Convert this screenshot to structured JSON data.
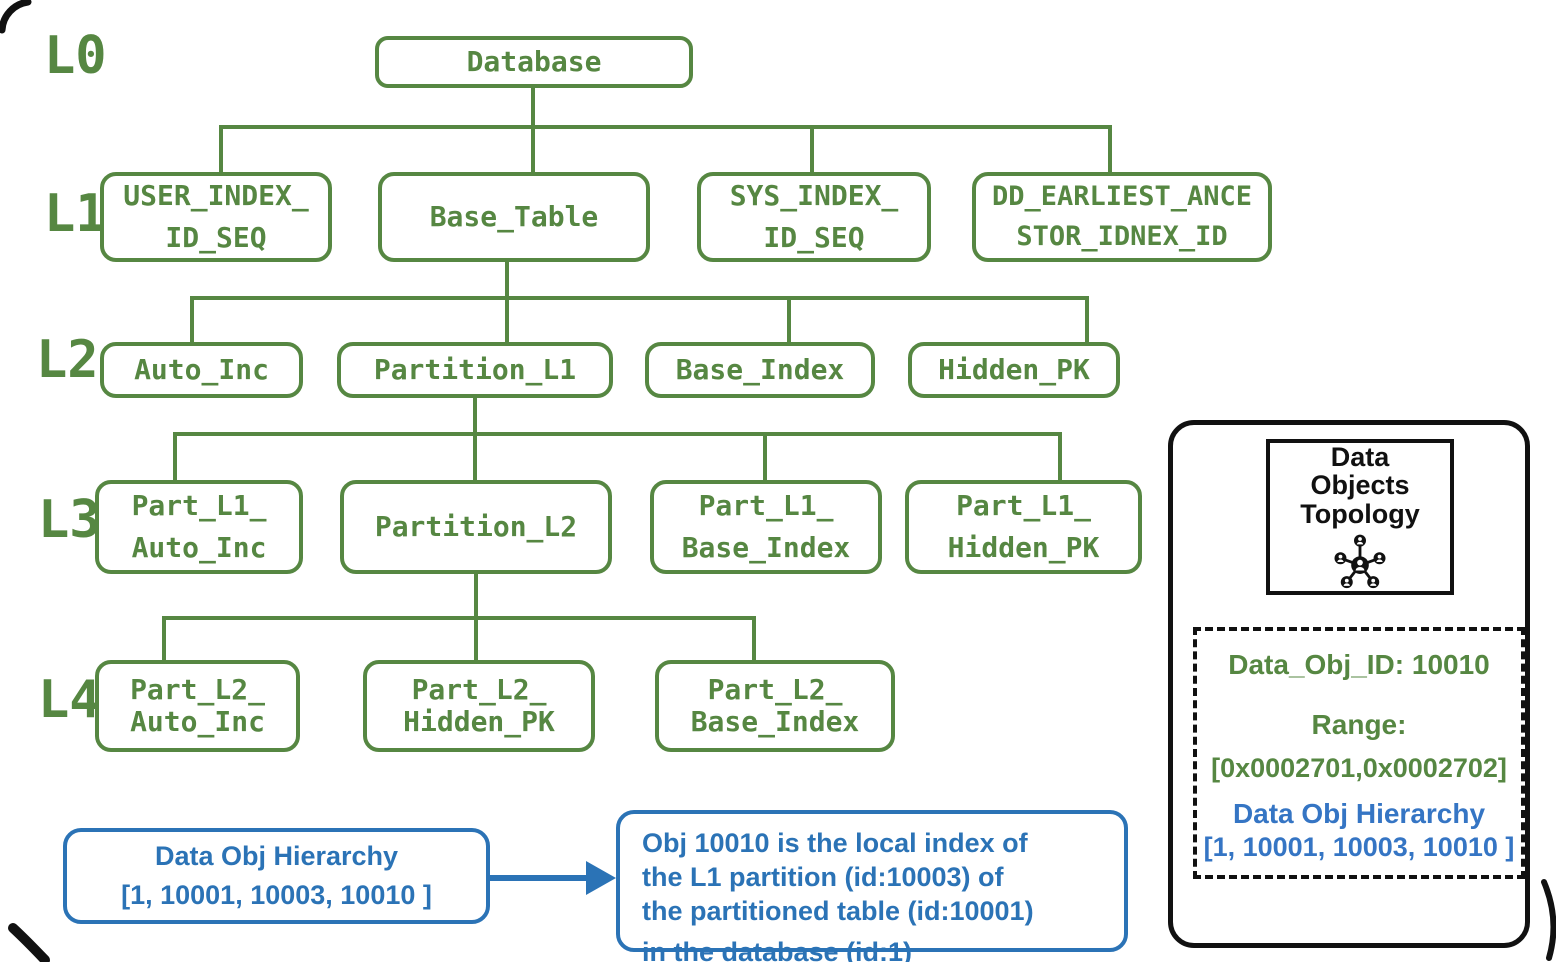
{
  "colors": {
    "green": "#568742",
    "blue": "#2B73B6",
    "panel_blue": "#3575C4",
    "ink": "#111111"
  },
  "level_labels": [
    "L0",
    "L1",
    "L2",
    "L3",
    "L4"
  ],
  "tree": {
    "l0": {
      "label": "Database"
    },
    "l1": [
      {
        "line1": "USER_INDEX_",
        "line2": "ID_SEQ"
      },
      {
        "line1": "Base_Table"
      },
      {
        "line1": "SYS_INDEX_",
        "line2": "ID_SEQ"
      },
      {
        "line1": "DD_EARLIEST_ANCE",
        "line2": "STOR_IDNEX_ID"
      }
    ],
    "l2": [
      {
        "line1": "Auto_Inc"
      },
      {
        "line1": "Partition_L1"
      },
      {
        "line1": "Base_Index"
      },
      {
        "line1": "Hidden_PK"
      }
    ],
    "l3": [
      {
        "line1": "Part_L1_",
        "line2": "Auto_Inc"
      },
      {
        "line1": "Partition_L2"
      },
      {
        "line1": "Part_L1_",
        "line2": "Base_Index"
      },
      {
        "line1": "Part_L1_",
        "line2": "Hidden_PK"
      }
    ],
    "l4": [
      {
        "line1": "Part_L2_",
        "line2": "Auto_Inc"
      },
      {
        "line1": "Part_L2_",
        "line2": "Hidden_PK"
      },
      {
        "line1": "Part_L2_",
        "line2": "Base_Index"
      }
    ]
  },
  "hierarchy_callout": {
    "title": "Data Obj Hierarchy",
    "value": "[1, 10001, 10003, 10010 ]"
  },
  "explanation_callout": {
    "line1": "Obj 10010 is the local index of",
    "line2": "the L1 partition (id:10003) of",
    "line3": "the partitioned table (id:10001)",
    "line4": "in the database (id:1)"
  },
  "topology_panel": {
    "title": "Data Objects Topology",
    "icon": "network-topology-icon",
    "object_card": {
      "data_obj_id": "Data_Obj_ID: 10010",
      "range_label": "Range:",
      "range_value": "[0x0002701,0x0002702]",
      "hierarchy_label": "Data Obj Hierarchy",
      "hierarchy_value": "[1, 10001, 10003, 10010 ]"
    }
  }
}
